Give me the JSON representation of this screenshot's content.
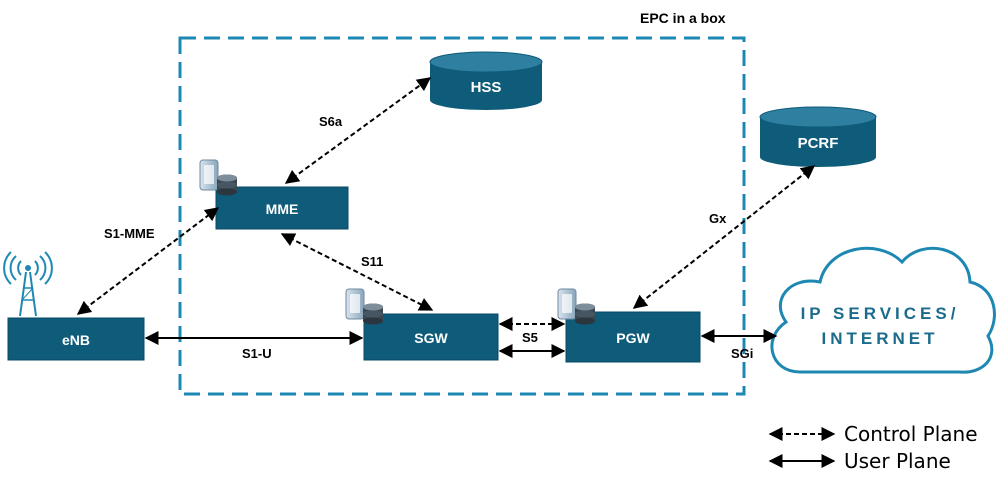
{
  "colors": {
    "box_fill": "#0e5b7a",
    "cylinder_fill": "#0e5b7a",
    "cylinder_top": "#2f7fa0",
    "dashed_border": "#1e88b3",
    "cloud_stroke": "#1e88b3",
    "cloud_text": "#1b6b8c",
    "arrow": "#000000"
  },
  "container": {
    "title": "EPC in a box"
  },
  "nodes": {
    "enb": "eNB",
    "mme": "MME",
    "sgw": "SGW",
    "pgw": "PGW",
    "hss": "HSS",
    "pcrf": "PCRF",
    "internet_line1": "IP SERVICES/",
    "internet_line2": "INTERNET"
  },
  "interfaces": {
    "s6a": "S6a",
    "s1_mme": "S1-MME",
    "s11": "S11",
    "s1_u": "S1-U",
    "s5": "S5",
    "sgi": "SGi",
    "gx": "Gx"
  },
  "legend": {
    "control_plane": "Control Plane",
    "user_plane": "User Plane"
  },
  "icons": [
    "tower-icon",
    "server-icon"
  ]
}
